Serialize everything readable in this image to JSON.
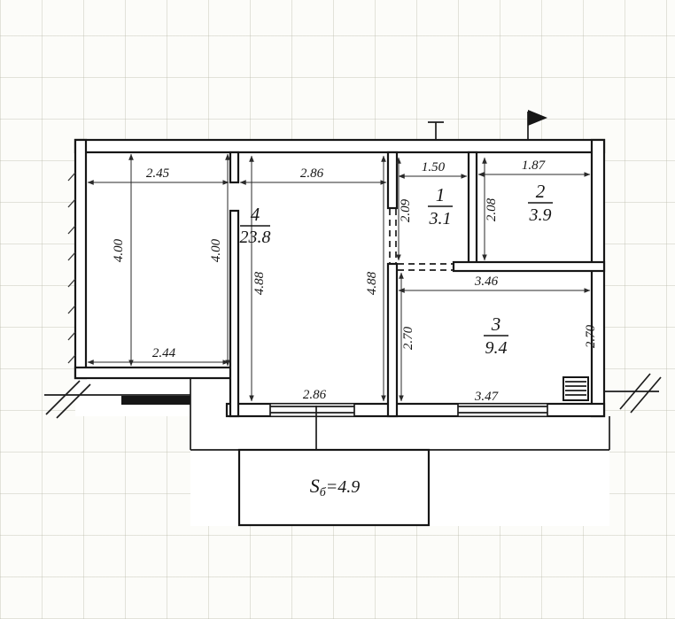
{
  "plan": {
    "rooms": [
      {
        "number": "4",
        "area": "23.8"
      },
      {
        "number": "1",
        "area": "3.1"
      },
      {
        "number": "2",
        "area": "3.9"
      },
      {
        "number": "3",
        "area": "9.4"
      }
    ],
    "balcony": {
      "symbol": "S",
      "subscript": "б",
      "value": "=4.9"
    },
    "dims": {
      "top_left": "2.45",
      "top_room4": "2.86",
      "top_room1": "1.50",
      "top_room2": "1.87",
      "left_outer": "4.00",
      "room4_left": "4.00",
      "room4_mid": "4.88",
      "room4_right": "4.88",
      "room1_side": "2.09",
      "room2_side": "2.08",
      "room3_top": "3.46",
      "room3_left": "2.70",
      "room3_right": "2.70",
      "bottom_left": "2.44",
      "bottom_room4": "2.86",
      "bottom_room3": "3.47"
    },
    "colors": {
      "ink": "#161616",
      "paper": "#fcfcf9"
    }
  }
}
